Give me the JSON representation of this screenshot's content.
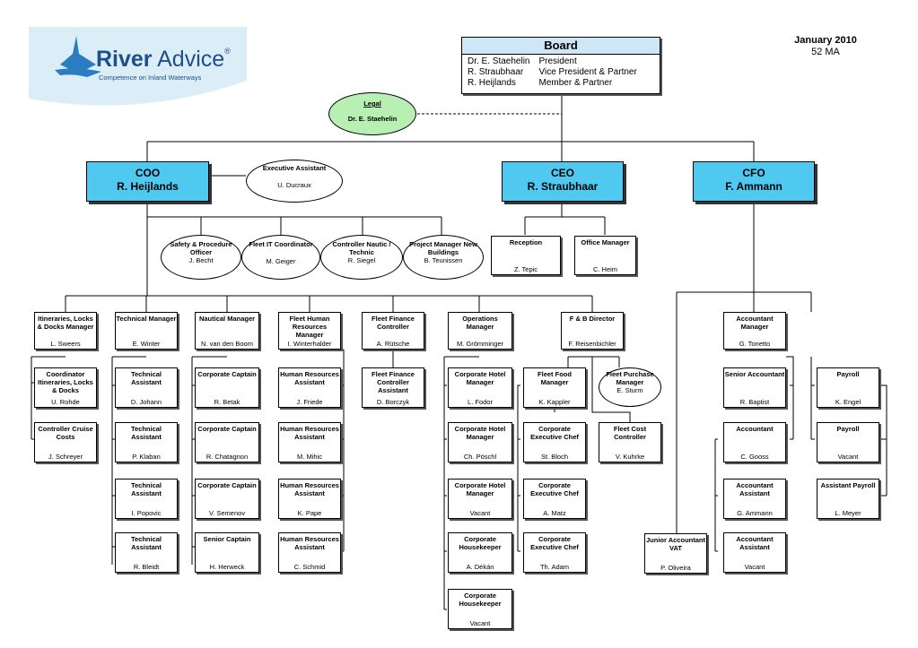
{
  "logo": {
    "name_bold": "River",
    "name_light": "Advice",
    "registered": "®",
    "tagline": "Competence on Inland Waterways"
  },
  "date": {
    "line1": "January 2010",
    "line2": "52 MA"
  },
  "board": {
    "title": "Board",
    "members": [
      {
        "name": "Dr. E. Staehelin",
        "role": "President"
      },
      {
        "name": "R. Straubhaar",
        "role": "Vice President & Partner"
      },
      {
        "name": "R. Heijlands",
        "role": "Member & Partner"
      }
    ]
  },
  "legal": {
    "title": "Legal",
    "name": "Dr. E. Staehelin"
  },
  "executives": {
    "coo": {
      "title": "COO",
      "name": "R. Heijlands"
    },
    "ceo": {
      "title": "CEO",
      "name": "R. Straubhaar"
    },
    "cfo": {
      "title": "CFO",
      "name": "F. Ammann"
    }
  },
  "exec_assistant": {
    "title": "Executive Assistant",
    "name": "U. Ducraux"
  },
  "staff": {
    "safety": {
      "title": "Safety & Procedure Officer",
      "name": "J. Becht"
    },
    "fleet_it": {
      "title": "Fleet IT Coordinator",
      "name": "M. Geiger"
    },
    "controller_nautic": {
      "title": "Controller Nautic  / Technic",
      "name": "R. Siegel"
    },
    "project_manager": {
      "title": "Project Manager New Buildings",
      "name": "B. Teunissen"
    },
    "reception": {
      "title": "Reception",
      "name": "Z. Tepic"
    },
    "office_manager": {
      "title": "Office Manager",
      "name": "C. Heim"
    }
  },
  "departments": {
    "itineraries": {
      "title": "Itineraries, Locks & Docks Manager",
      "name": "L. Sweers"
    },
    "technical": {
      "title": "Technical Manager",
      "name": "E. Winter"
    },
    "nautical": {
      "title": "Nautical Manager",
      "name": "N. van den Boom"
    },
    "fleet_hr": {
      "title": "Fleet Human Resources Manager",
      "name": "I. Winterhalder"
    },
    "fleet_finance": {
      "title": "Fleet Finance Controller",
      "name": "A. Rütsche"
    },
    "operations": {
      "title": "Operations Manager",
      "name": "M. Grömminger"
    },
    "fnb": {
      "title": "F & B Director",
      "name": "F. Reisenbichler"
    },
    "accountant_manager": {
      "title": "Accountant Manager",
      "name": "G. Tonetto"
    }
  },
  "sub_units": {
    "coord_itineraries": {
      "title": "Coordinator Itineraries, Locks & Docks",
      "name": "U. Rohde"
    },
    "controller_cruise": {
      "title": "Controller Cruise Costs",
      "name": "J. Schreyer"
    },
    "tech_assistants": [
      {
        "title": "Technical Assistant",
        "name": "D. Johann"
      },
      {
        "title": "Technical Assistant",
        "name": "P. Klaban"
      },
      {
        "title": "Technical Assistant",
        "name": "I. Popovic"
      },
      {
        "title": "Technical Assistant",
        "name": "R. Bleidt"
      }
    ],
    "captains": [
      {
        "title": "Corporate Captain",
        "name": "R. Betak"
      },
      {
        "title": "Corporate Captain",
        "name": "R. Chatagnon"
      },
      {
        "title": "Corporate Captain",
        "name": "V. Semenov"
      },
      {
        "title": "Senior Captain",
        "name": "H. Herweck"
      }
    ],
    "hr_assistants": [
      {
        "title": "Human Resources Assistant",
        "name": "J. Friede"
      },
      {
        "title": "Human Resources Assistant",
        "name": "M. Mihic"
      },
      {
        "title": "Human Resources Assistant",
        "name": "K. Pape"
      },
      {
        "title": "Human Resources Assistant",
        "name": "C. Schmid"
      }
    ],
    "finance_assistant": {
      "title": "Fleet Finance Controller Assistant",
      "name": "D. Borczyk"
    },
    "hotel_managers": [
      {
        "title": "Corporate Hotel Manager",
        "name": "L. Fodor"
      },
      {
        "title": "Corporate Hotel Manager",
        "name": "Ch. Pöschl"
      },
      {
        "title": "Corporate Hotel Manager",
        "name": "Vacant"
      }
    ],
    "housekeepers": [
      {
        "title": "Corporate Housekeeper",
        "name": "A. Dékán"
      },
      {
        "title": "Corporate Housekeeper",
        "name": "Vacant"
      }
    ],
    "fleet_food": {
      "title": "Fleet Food Manager",
      "name": "K. Kappler"
    },
    "fleet_purchase": {
      "title": "Fleet Purchase Manager",
      "name": "E. Sturm"
    },
    "chefs": [
      {
        "title": "Corporate Executive Chef",
        "name": "St. Bloch"
      },
      {
        "title": "Corporate Executive Chef",
        "name": "A. Matz"
      },
      {
        "title": "Corporate Executive Chef",
        "name": "Th. Adam"
      }
    ],
    "fleet_cost": {
      "title": "Fleet Cost Controller",
      "name": "V. Kuhrke"
    },
    "senior_accountant": {
      "title": "Senior Accountant",
      "name": "R. Baptist"
    },
    "accountant": {
      "title": "Accountant",
      "name": "C. Gooss"
    },
    "acc_assistants": [
      {
        "title": "Accountant Assistant",
        "name": "G. Ammann"
      },
      {
        "title": "Accountant Assistant",
        "name": "Vacant"
      }
    ],
    "junior_accountant": {
      "title": "Junior Accountant VAT",
      "name": "P. Oliveira"
    },
    "payroll": [
      {
        "title": "Payroll",
        "name": "K. Engel"
      },
      {
        "title": "Payroll",
        "name": "Vacant"
      }
    ],
    "payroll_assistant": {
      "title": "Assistant Payroll",
      "name": "L. Meyer"
    }
  }
}
